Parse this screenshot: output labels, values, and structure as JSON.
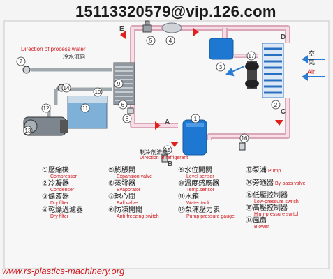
{
  "header": {
    "phone_email": "15113320579@vip.126.com"
  },
  "footer": {
    "website": "www.rs-plastics-machinery.org"
  },
  "flow": {
    "process_water_en": "Direction of process water",
    "process_water_zh": "冷水流向",
    "refrigerant_zh": "制冷剂流向",
    "refrigerant_en": "Direction of refrigerant"
  },
  "air": {
    "zh_top": "空",
    "zh_bottom": "氣",
    "en": "Air"
  },
  "points": [
    "A",
    "B",
    "C",
    "D",
    "E"
  ],
  "component_numbers": [
    "1",
    "2",
    "3",
    "4",
    "5",
    "6",
    "7",
    "8",
    "9",
    "10",
    "11",
    "12",
    "13",
    "14",
    "15",
    "16",
    "17"
  ],
  "legend": [
    {
      "num": "①",
      "zh": "壓縮機",
      "en": "Compressor"
    },
    {
      "num": "②",
      "zh": "冷凝器",
      "en": "Condenser"
    },
    {
      "num": "③",
      "zh": "儲液器",
      "en": "Dry filter"
    },
    {
      "num": "④",
      "zh": "乾燥過濾器",
      "en": "Dry filter"
    },
    {
      "num": "⑤",
      "zh": "膨脹閥",
      "en": "Expansion valve"
    },
    {
      "num": "⑥",
      "zh": "蒸發器",
      "en": "Evaporator"
    },
    {
      "num": "⑦",
      "zh": "球心閥",
      "en": "Ball valve"
    },
    {
      "num": "⑧",
      "zh": "防凍開關",
      "en": "Anti-freezing switch"
    },
    {
      "num": "⑨",
      "zh": "水位開關",
      "en": "Level sensor"
    },
    {
      "num": "⑩",
      "zh": "溫度感應器",
      "en": "Temp.sensor"
    },
    {
      "num": "⑪",
      "zh": "水箱",
      "en": "Water tank"
    },
    {
      "num": "⑫",
      "zh": "泵浦壓力表",
      "en": "Pump pressure gauge"
    },
    {
      "num": "⑬",
      "zh": "泵浦",
      "en": "Pump"
    },
    {
      "num": "⑭",
      "zh": "旁通器",
      "en": "By-pass valve"
    },
    {
      "num": "⑮",
      "zh": "低壓控制器",
      "en": "Low-pressure switch"
    },
    {
      "num": "⑯",
      "zh": "高壓控制器",
      "en": "High-pressure switch"
    },
    {
      "num": "⑰",
      "zh": "風扇",
      "en": "Blower"
    }
  ],
  "colors": {
    "pipe_outer": "#d9a7b7",
    "pipe_inner": "#f6dde6",
    "water_pipe": "#9fa8ad",
    "arrow": "#e0201c",
    "blue": "#2a7bd1",
    "label_red": "#d0181e"
  }
}
